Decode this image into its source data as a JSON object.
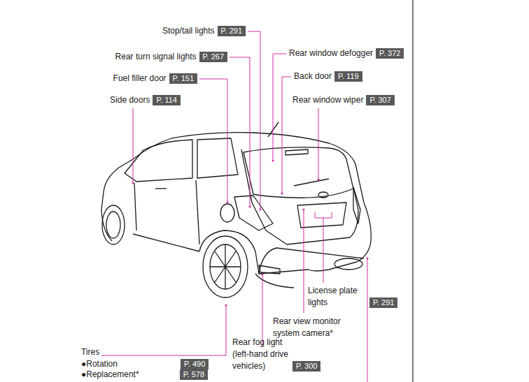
{
  "diagram": {
    "nodes": [
      {
        "text": [
          "Stop/tail lights",
          "P. 291"
        ]
      },
      {
        "text": [
          "Rear turn signal lights",
          "P. 267"
        ]
      },
      {
        "text": [
          "Rear window defogger",
          "P. 372"
        ]
      },
      {
        "text": [
          "Back door",
          "P. 119"
        ]
      },
      {
        "text": [
          "Fuel filler door",
          "P. 151"
        ]
      },
      {
        "text": [
          "Side doors",
          "P. 114"
        ]
      },
      {
        "text": [
          "Rear window wiper",
          "P. 307"
        ]
      },
      {
        "text": [
          "License plate lights",
          "P. 291"
        ]
      },
      {
        "text": [
          "●Rotation",
          "P. 490"
        ]
      },
      {
        "text": [
          "●Replacement*",
          "P. 578"
        ]
      },
      {
        "text": [
          "Rear fog light (left-hand drive vehicles)",
          "P. 300"
        ]
      }
    ],
    "labels": [
      "Rear view monitor system camera*",
      "Tires"
    ]
  }
}
